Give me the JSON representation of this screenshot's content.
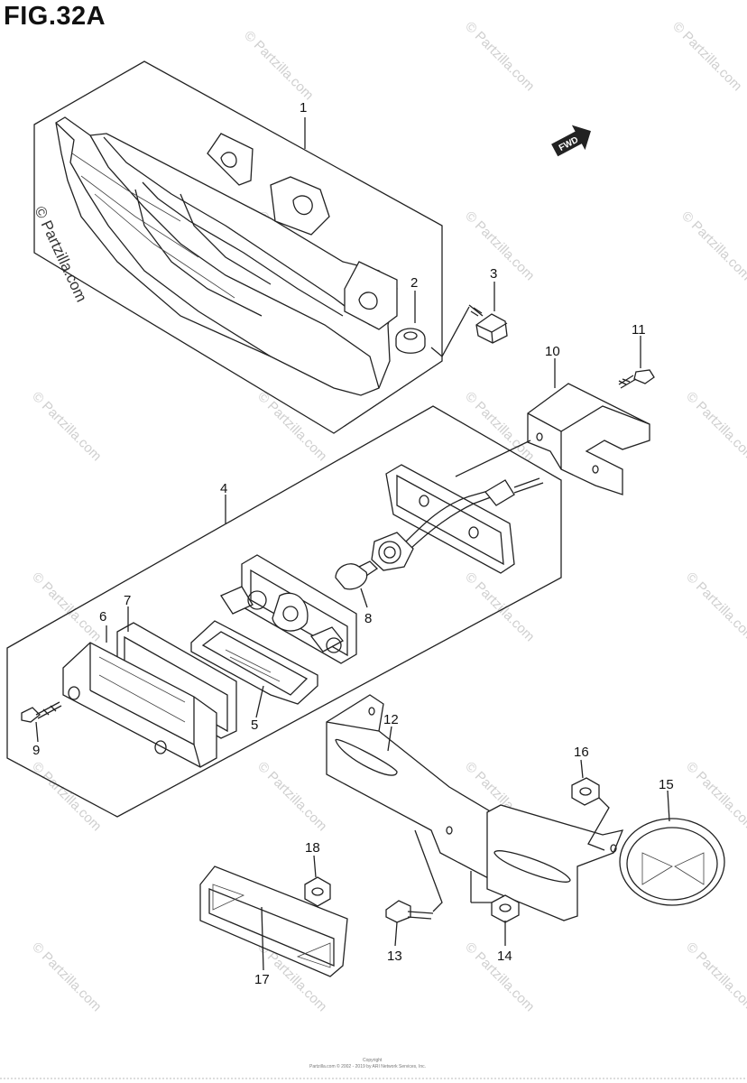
{
  "figure": {
    "title": "FIG.32A"
  },
  "watermark": {
    "text": "© Partzilla.com",
    "side_text": "© Partzilla.com"
  },
  "fwd_badge": {
    "label": "FWD"
  },
  "parts": [
    {
      "number": "1"
    },
    {
      "number": "2"
    },
    {
      "number": "3"
    },
    {
      "number": "4"
    },
    {
      "number": "5"
    },
    {
      "number": "6"
    },
    {
      "number": "7"
    },
    {
      "number": "8"
    },
    {
      "number": "9"
    },
    {
      "number": "10"
    },
    {
      "number": "11"
    },
    {
      "number": "12"
    },
    {
      "number": "13"
    },
    {
      "number": "14"
    },
    {
      "number": "15"
    },
    {
      "number": "16"
    },
    {
      "number": "17"
    },
    {
      "number": "18"
    }
  ],
  "footer": {
    "line1": "Copyright",
    "line2": "Partzilla.com © 2002 - 2019 by ARI Network Services, Inc."
  }
}
